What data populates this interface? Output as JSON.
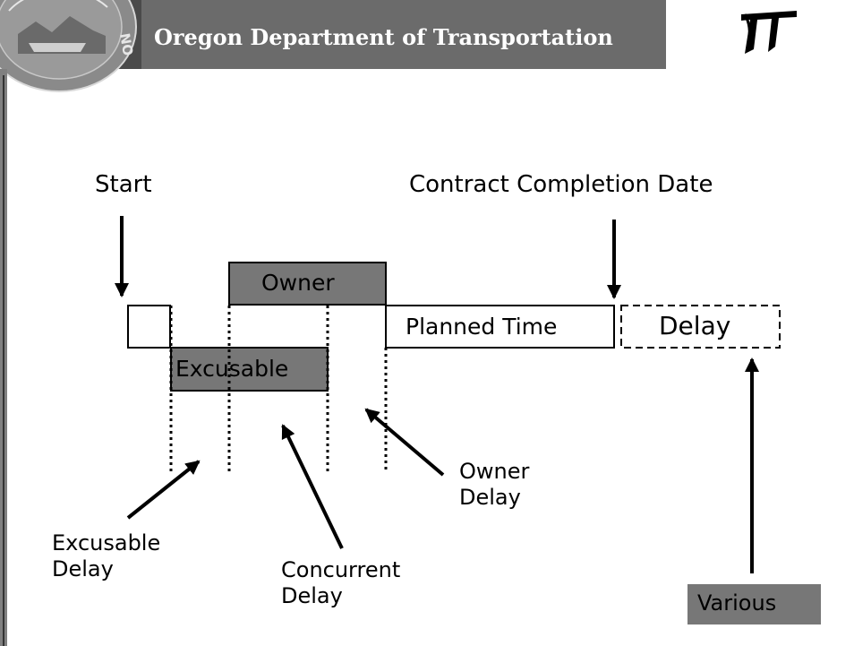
{
  "header": {
    "title": "Oregon Department of Transportation",
    "logo_icon": "odot-logo-icon",
    "seal_icon": "oregon-state-seal-icon"
  },
  "colors": {
    "header_bg": "#6b6b6b",
    "bar_fill": "#777777",
    "side_bar": "#808080",
    "label_fill": "#777777"
  },
  "labels": {
    "start": "Start",
    "contract_completion_date": "Contract Completion Date",
    "owner_bar": "Owner",
    "planned_time": "Planned Time",
    "delay": "Delay",
    "excusable_bar": "Excusable",
    "owner_delay": "Owner\nDelay",
    "excusable_delay": "Excusable\nDelay",
    "concurrent_delay": "Concurrent\nDelay",
    "various": "Various"
  }
}
